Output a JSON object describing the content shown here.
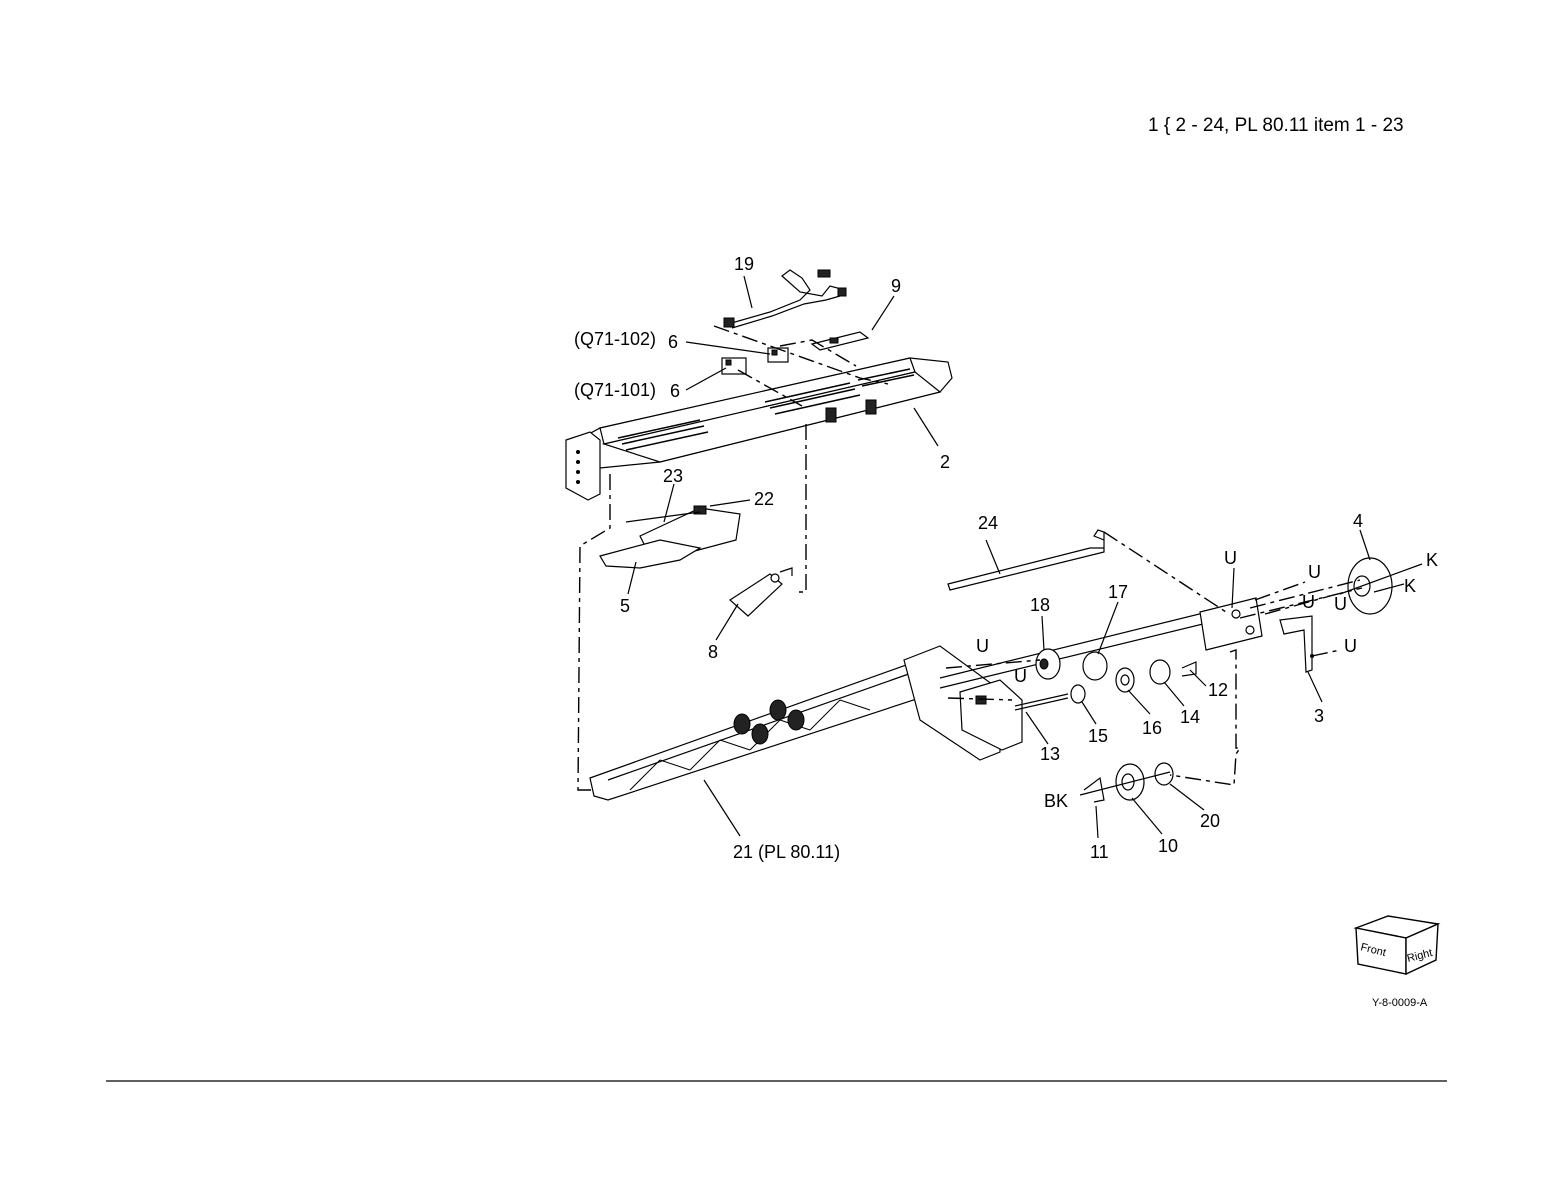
{
  "header": {
    "reference_text": "1 { 2 - 24, PL 80.11 item 1 - 23"
  },
  "callouts": {
    "c19": "19",
    "c9": "9",
    "q102": "(Q71-102)",
    "q102_item": "6",
    "q101": "(Q71-101)",
    "q101_item": "6",
    "c2": "2",
    "c23": "23",
    "c22": "22",
    "c5": "5",
    "c8": "8",
    "c24": "24",
    "c4": "4",
    "k1": "K",
    "k2": "K",
    "u1": "U",
    "u2": "U",
    "u3": "U",
    "u4": "U",
    "u5": "U",
    "u6": "U",
    "u7": "U",
    "c18": "18",
    "c17": "17",
    "c12": "12",
    "c16": "16",
    "c14": "14",
    "c15": "15",
    "c13": "13",
    "c3": "3",
    "c20": "20",
    "c10": "10",
    "c11": "11",
    "bk": "BK",
    "c21": "21 (PL 80.11)"
  },
  "orientation_cube": {
    "front": "Front",
    "right": "Right"
  },
  "figure_id": "Y-8-0009-A"
}
